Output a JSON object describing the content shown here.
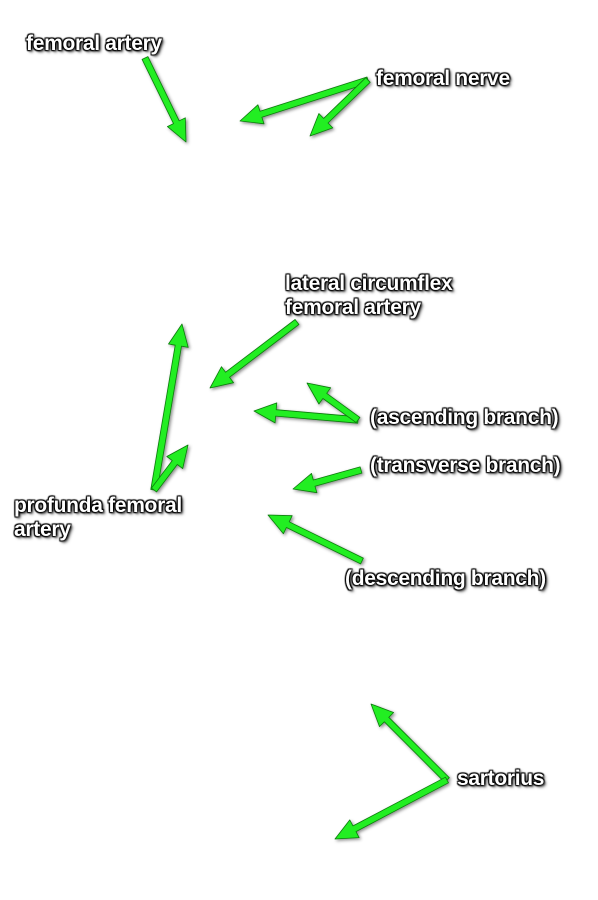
{
  "labels": {
    "femoral_artery": "femoral artery",
    "femoral_nerve": "femoral nerve",
    "lateral_circumflex_line1": "lateral circumflex",
    "lateral_circumflex_line2": "femoral artery",
    "ascending_branch": "(ascending branch)",
    "transverse_branch": "(transverse branch)",
    "profunda_line1": "profunda femoral",
    "profunda_line2": "artery",
    "descending_branch": "(descending branch)",
    "sartorius": "sartorius"
  },
  "colors": {
    "arrow": "#22ee22",
    "arrow_outline": "#0a7a0a",
    "label_text": "#ffffff",
    "label_outline": "#000000"
  }
}
